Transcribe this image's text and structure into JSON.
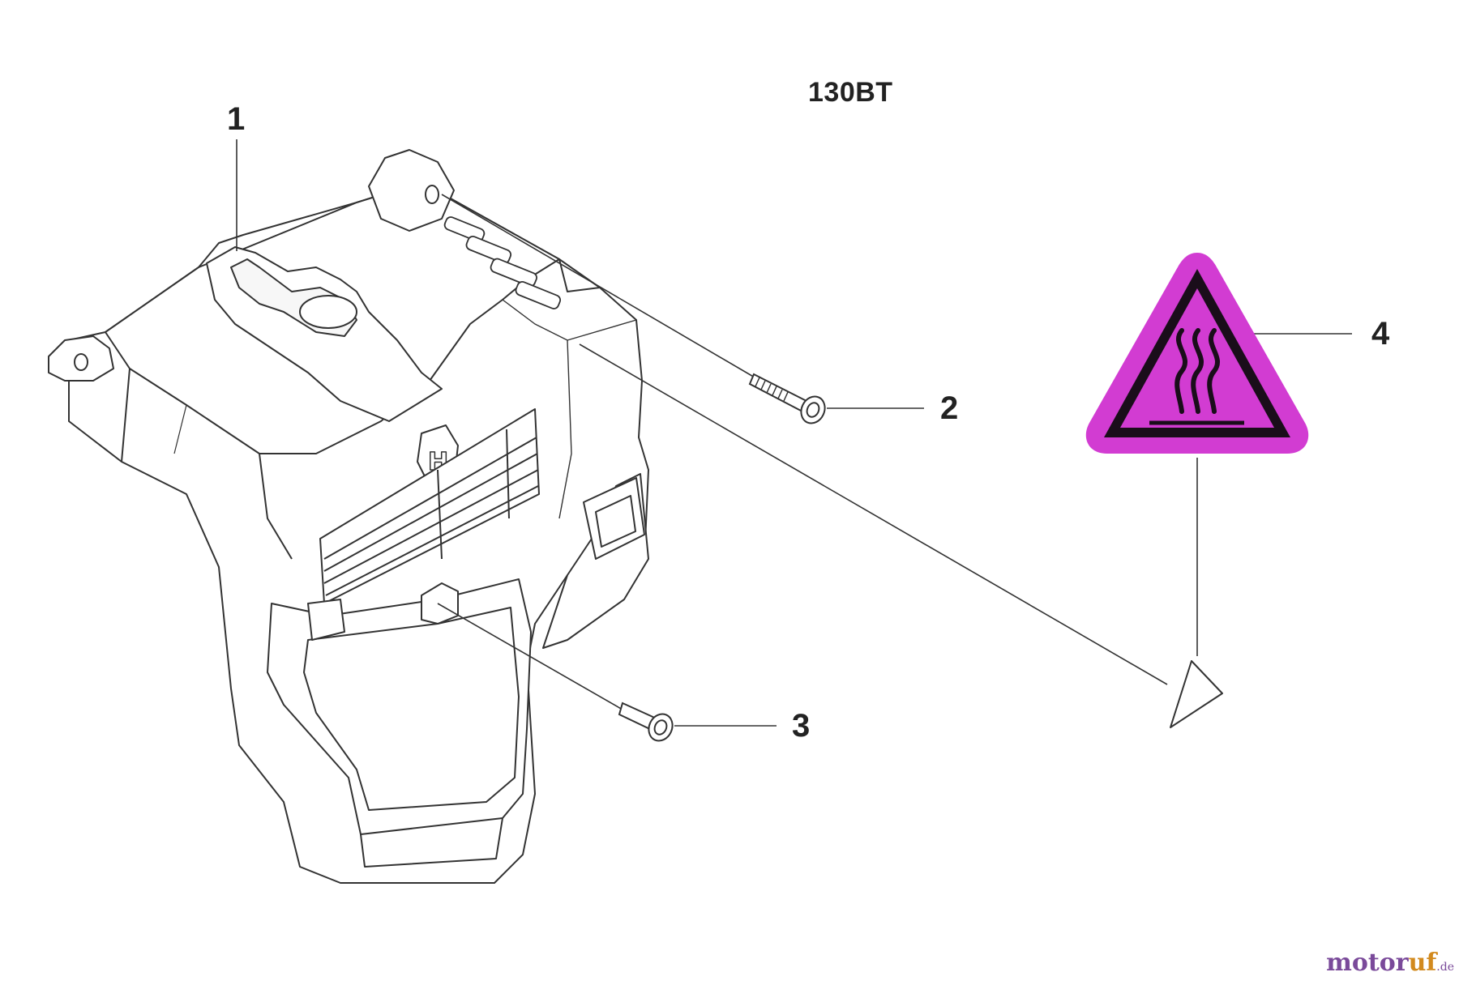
{
  "diagram": {
    "model": "130BT",
    "callouts": [
      {
        "id": "1",
        "part": "engine-cover"
      },
      {
        "id": "2",
        "part": "long-screw"
      },
      {
        "id": "3",
        "part": "short-screw"
      },
      {
        "id": "4",
        "part": "hot-surface-warning-decal"
      }
    ]
  },
  "colors": {
    "warning_fill": "#d23cd2",
    "line": "#333333"
  },
  "watermark": {
    "main": "motor",
    "accent": "uf",
    "tld": ".de"
  }
}
